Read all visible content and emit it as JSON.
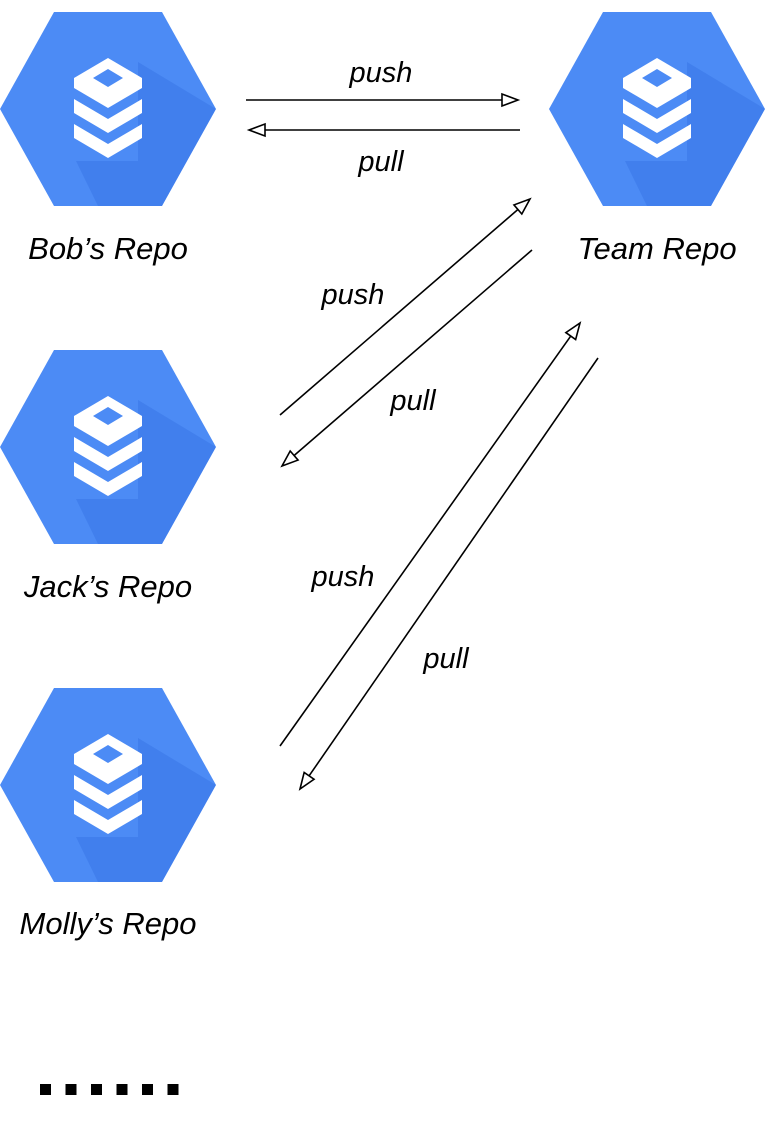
{
  "colors": {
    "hexagon": "#4c8bf5",
    "shadow": "#3b78e7",
    "icon": "#ffffff",
    "line": "#000000",
    "text": "#000000"
  },
  "repos": [
    {
      "id": "bob",
      "label": "Bob’s Repo",
      "icon": "repository-icon"
    },
    {
      "id": "team",
      "label": "Team Repo",
      "icon": "repository-icon"
    },
    {
      "id": "jack",
      "label": "Jack’s Repo",
      "icon": "repository-icon"
    },
    {
      "id": "molly",
      "label": "Molly’s Repo",
      "icon": "repository-icon"
    }
  ],
  "edges": [
    {
      "from": "bob",
      "to": "team",
      "label": "push"
    },
    {
      "from": "team",
      "to": "bob",
      "label": "pull"
    },
    {
      "from": "jack",
      "to": "team",
      "label": "push"
    },
    {
      "from": "team",
      "to": "jack",
      "label": "pull"
    },
    {
      "from": "molly",
      "to": "team",
      "label": "push"
    },
    {
      "from": "team",
      "to": "molly",
      "label": "pull"
    }
  ],
  "continuation": "......"
}
